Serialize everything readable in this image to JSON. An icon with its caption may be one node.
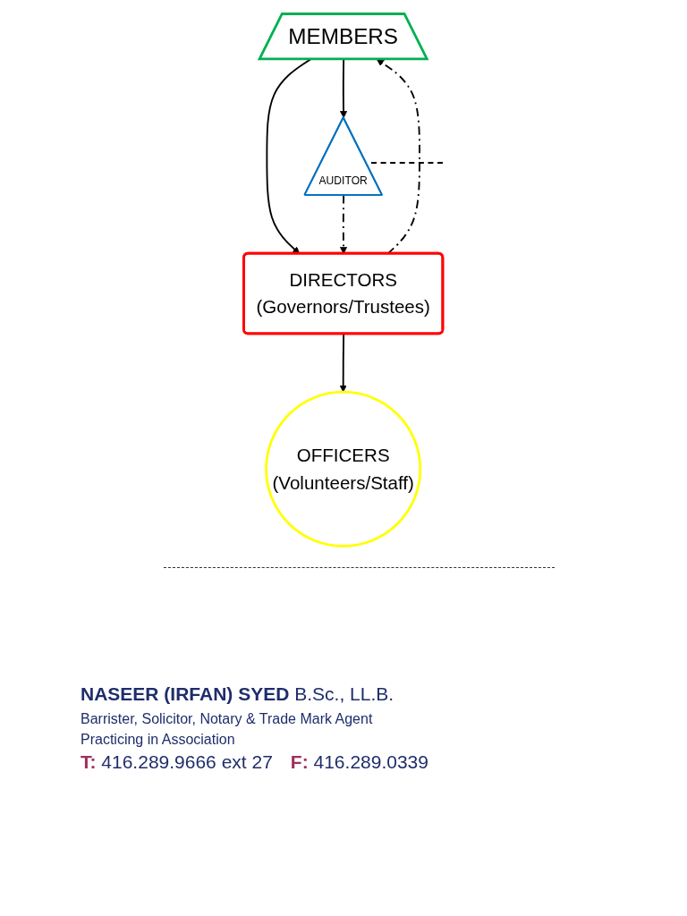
{
  "diagram": {
    "nodes": [
      {
        "text": [
          "MEMBERS"
        ]
      },
      {
        "text": [
          "AUDITOR"
        ]
      },
      {
        "text": [
          "DIRECTORS",
          "(Governors/Trustees)"
        ]
      },
      {
        "text": [
          "OFFICERS",
          "(Volunteers/Staff)"
        ]
      }
    ],
    "edges": [
      {
        "from": 0,
        "to": 1,
        "arrow": "to"
      },
      {
        "from": 0,
        "to": 2,
        "arrow": "to"
      },
      {
        "from": 1,
        "to": 2,
        "arrow": "to",
        "style": "dashed"
      },
      {
        "from": 2,
        "to": 0,
        "arrow": "to",
        "style": "dashed"
      },
      {
        "from": 2,
        "to": 3,
        "arrow": "to"
      }
    ],
    "labels": [
      "**NASEER (IRFAN) SYED** B.Sc., LL.B.",
      "Barrister, Solicitor, Notary & Trade Mark Agent",
      "Practicing in Association",
      "**T:** 416.289.9666 ext 27",
      "**F:** 416.289.0339"
    ]
  }
}
